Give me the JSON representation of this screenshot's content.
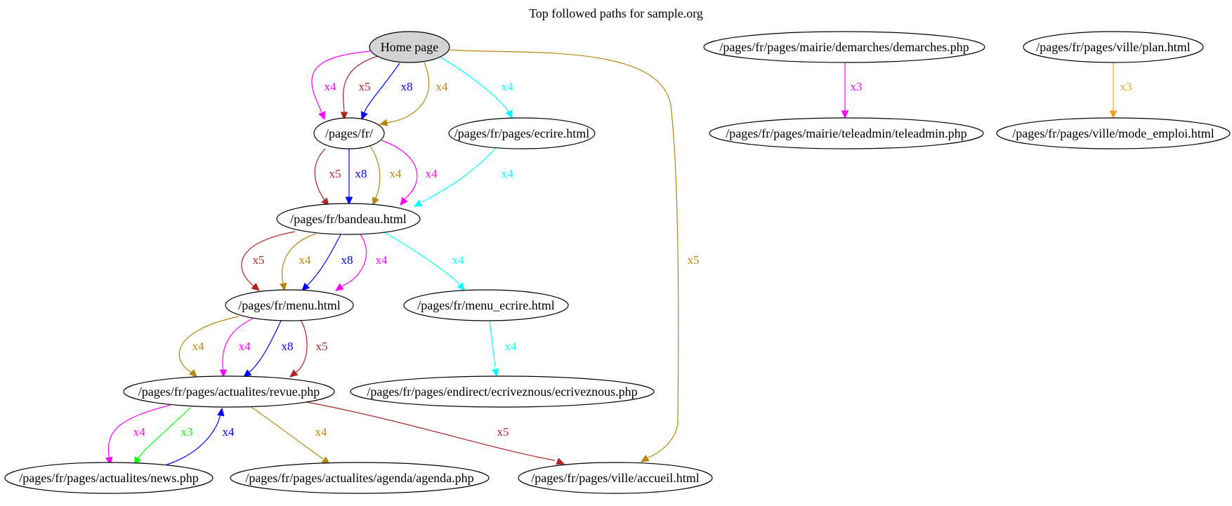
{
  "title": "Top followed paths for sample.org",
  "colors": {
    "brown": "#b22222",
    "blue": "#0000ff",
    "gold": "#b8860b",
    "magenta": "#ff00ff",
    "cyan": "#00ffff",
    "green": "#00ff00",
    "orange": "#f0a020",
    "home_fill": "#d3d3d3"
  },
  "nodes": [
    {
      "id": "home",
      "label": "Home page",
      "filled": true
    },
    {
      "id": "fr",
      "label": "/pages/fr/"
    },
    {
      "id": "ecrire",
      "label": "/pages/fr/pages/ecrire.html"
    },
    {
      "id": "bandeau",
      "label": "/pages/fr/bandeau.html"
    },
    {
      "id": "menu",
      "label": "/pages/fr/menu.html"
    },
    {
      "id": "menu_ecrire",
      "label": "/pages/fr/menu_ecrire.html"
    },
    {
      "id": "revue",
      "label": "/pages/fr/pages/actualites/revue.php"
    },
    {
      "id": "ecriveznous",
      "label": "/pages/fr/pages/endirect/ecriveznous/ecriveznous.php"
    },
    {
      "id": "news",
      "label": "/pages/fr/pages/actualites/news.php"
    },
    {
      "id": "agenda",
      "label": "/pages/fr/pages/actualites/agenda/agenda.php"
    },
    {
      "id": "accueil",
      "label": "/pages/fr/pages/ville/accueil.html"
    },
    {
      "id": "demarches",
      "label": "/pages/fr/pages/mairie/demarches/demarches.php"
    },
    {
      "id": "teleadmin",
      "label": "/pages/fr/pages/mairie/teleadmin/teleadmin.php"
    },
    {
      "id": "plan",
      "label": "/pages/fr/pages/ville/plan.html"
    },
    {
      "id": "mode_emploi",
      "label": "/pages/fr/pages/ville/mode_emploi.html"
    }
  ],
  "edges": [
    {
      "from": "home",
      "to": "fr",
      "label": "x4",
      "color": "magenta"
    },
    {
      "from": "home",
      "to": "fr",
      "label": "x5",
      "color": "brown"
    },
    {
      "from": "home",
      "to": "fr",
      "label": "x8",
      "color": "blue"
    },
    {
      "from": "home",
      "to": "fr",
      "label": "x4",
      "color": "gold"
    },
    {
      "from": "home",
      "to": "ecrire",
      "label": "x4",
      "color": "cyan"
    },
    {
      "from": "home",
      "to": "accueil",
      "label": "x5",
      "color": "gold"
    },
    {
      "from": "fr",
      "to": "bandeau",
      "label": "x5",
      "color": "brown"
    },
    {
      "from": "fr",
      "to": "bandeau",
      "label": "x8",
      "color": "blue"
    },
    {
      "from": "fr",
      "to": "bandeau",
      "label": "x4",
      "color": "gold"
    },
    {
      "from": "fr",
      "to": "bandeau",
      "label": "x4",
      "color": "magenta"
    },
    {
      "from": "ecrire",
      "to": "bandeau",
      "label": "x4",
      "color": "cyan"
    },
    {
      "from": "bandeau",
      "to": "menu",
      "label": "x5",
      "color": "brown"
    },
    {
      "from": "bandeau",
      "to": "menu",
      "label": "x4",
      "color": "gold"
    },
    {
      "from": "bandeau",
      "to": "menu",
      "label": "x8",
      "color": "blue"
    },
    {
      "from": "bandeau",
      "to": "menu",
      "label": "x4",
      "color": "magenta"
    },
    {
      "from": "bandeau",
      "to": "menu_ecrire",
      "label": "x4",
      "color": "cyan"
    },
    {
      "from": "menu",
      "to": "revue",
      "label": "x4",
      "color": "gold"
    },
    {
      "from": "menu",
      "to": "revue",
      "label": "x4",
      "color": "magenta"
    },
    {
      "from": "menu",
      "to": "revue",
      "label": "x8",
      "color": "blue"
    },
    {
      "from": "menu",
      "to": "revue",
      "label": "x5",
      "color": "brown"
    },
    {
      "from": "menu_ecrire",
      "to": "ecriveznous",
      "label": "x4",
      "color": "cyan"
    },
    {
      "from": "revue",
      "to": "news",
      "label": "x4",
      "color": "magenta"
    },
    {
      "from": "revue",
      "to": "news",
      "label": "x3",
      "color": "green"
    },
    {
      "from": "news",
      "to": "revue",
      "label": "x4",
      "color": "blue"
    },
    {
      "from": "revue",
      "to": "agenda",
      "label": "x4",
      "color": "gold"
    },
    {
      "from": "revue",
      "to": "accueil",
      "label": "x5",
      "color": "brown"
    },
    {
      "from": "demarches",
      "to": "teleadmin",
      "label": "x3",
      "color": "magenta"
    },
    {
      "from": "plan",
      "to": "mode_emploi",
      "label": "x3",
      "color": "orange"
    }
  ]
}
